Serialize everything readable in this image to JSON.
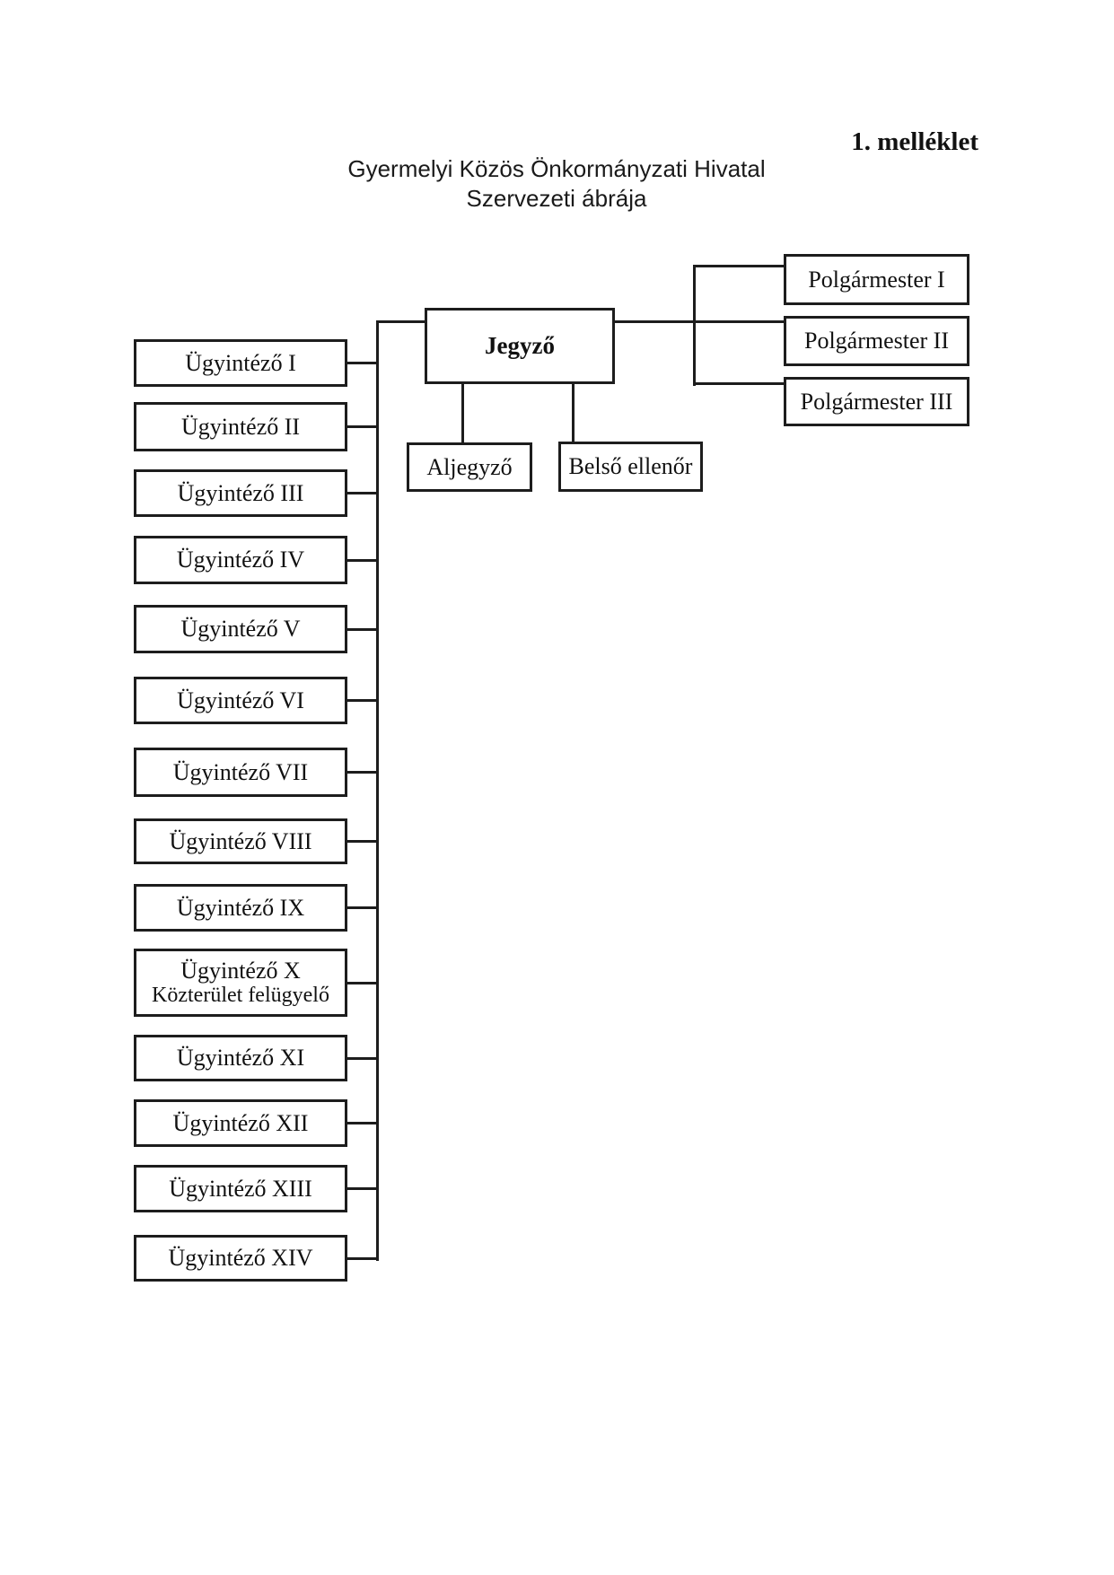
{
  "page": {
    "attachment_label": "1. melléklet",
    "title_line1": "Gyermelyi Közös Önkormányzati Hivatal",
    "title_line2": "Szervezeti ábrája"
  },
  "org_chart": {
    "root": {
      "label": "Jegyző"
    },
    "deputies": [
      {
        "label": "Aljegyző"
      },
      {
        "label": "Belső ellenőr"
      }
    ],
    "mayors": [
      {
        "label": "Polgármester I"
      },
      {
        "label": "Polgármester II"
      },
      {
        "label": "Polgármester III"
      }
    ],
    "clerks": [
      {
        "label": "Ügyintéző I"
      },
      {
        "label": "Ügyintéző II"
      },
      {
        "label": "Ügyintéző III"
      },
      {
        "label": "Ügyintéző IV"
      },
      {
        "label": "Ügyintéző V"
      },
      {
        "label": "Ügyintéző VI"
      },
      {
        "label": "Ügyintéző VII"
      },
      {
        "label": "Ügyintéző VIII"
      },
      {
        "label": "Ügyintéző IX"
      },
      {
        "label": "Ügyintéző X",
        "sublabel": "Közterület felügyelő"
      },
      {
        "label": "Ügyintéző XI"
      },
      {
        "label": "Ügyintéző XII"
      },
      {
        "label": "Ügyintéző XIII"
      },
      {
        "label": "Ügyintéző XIV"
      }
    ]
  },
  "colors": {
    "background": "#ffffff",
    "line": "#1d1d1d",
    "text": "#111111"
  }
}
